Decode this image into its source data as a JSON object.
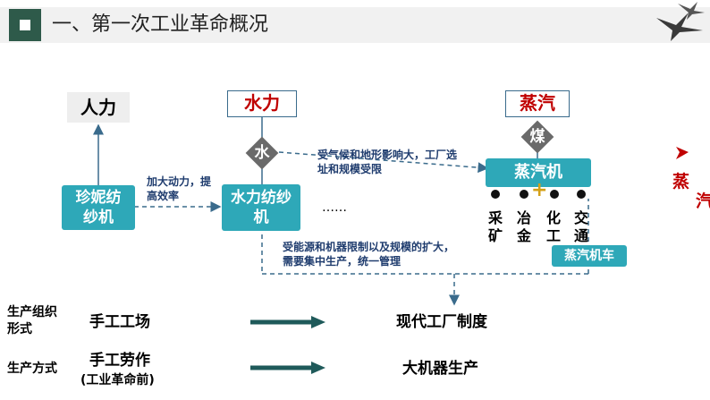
{
  "header": {
    "title": "一、第一次工业革命概况"
  },
  "diagram": {
    "top_boxes": {
      "manpower": "人力",
      "waterpower": "水力",
      "steam": "蒸汽"
    },
    "diamonds": {
      "water": "水",
      "coal": "煤"
    },
    "machines": {
      "jenny": "珍妮纺纱机",
      "water_frame": "水力纺纱机",
      "steam_engine": "蒸汽机",
      "locomotive": "蒸汽机车"
    },
    "notes": {
      "power": "加大动力，提高效率",
      "climate": "受气候和地形影响大，工厂选址和规模受限",
      "limits": "受能源和机器限制以及规模的扩大，需要集中生产，统一管理",
      "ellipsis": "……"
    },
    "applications": [
      "采矿",
      "冶金",
      "化工",
      "交通"
    ],
    "right_partial": [
      "蒸",
      "汽"
    ]
  },
  "rows": [
    {
      "label": "生产组织形式",
      "from": "手工工场",
      "to": "现代工厂制度"
    },
    {
      "label": "生产方式",
      "from": "手工劳作",
      "from_sub": "(工业革命前)",
      "to": "大机器生产"
    }
  ],
  "colors": {
    "teal": "#2ea8b8",
    "dark_green": "#2e5a4a",
    "red": "#c00000",
    "arrow": "#1f5a5a"
  }
}
